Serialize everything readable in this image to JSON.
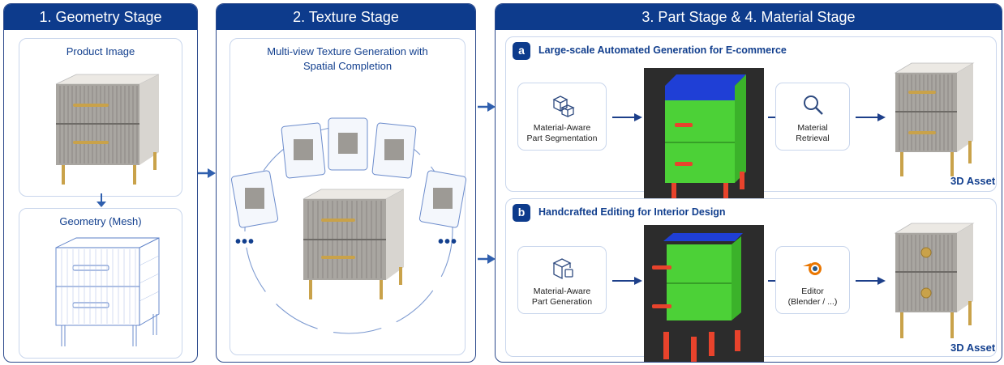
{
  "stages": {
    "geometry": {
      "title": "1. Geometry Stage",
      "product_image_label": "Product Image",
      "geometry_label": "Geometry (Mesh)"
    },
    "texture": {
      "title": "2. Texture Stage",
      "panel_title_line1": "Multi-view Texture Generation with",
      "panel_title_line2": "Spatial Completion",
      "dots_left": "•••",
      "dots_right": "•••"
    },
    "part_material": {
      "title": "3. Part Stage & 4. Material Stage",
      "row_a": {
        "badge": "a",
        "title": "Large-scale Automated Generation for E-commerce",
        "step1_line1": "Material-Aware",
        "step1_line2": "Part Segmentation",
        "step2_line1": "Material",
        "step2_line2": "Retrieval",
        "asset_label": "3D Asset"
      },
      "row_b": {
        "badge": "b",
        "title": "Handcrafted Editing for Interior Design",
        "step1_line1": "Material-Aware",
        "step1_line2": "Part Generation",
        "step2_line1": "Editor",
        "step2_line2": "(Blender / ...)",
        "asset_label": "3D Asset"
      }
    }
  },
  "colors": {
    "header_blue": "#0d3b8c",
    "accent_blue": "#2f5fae",
    "part_green": "#4cd137",
    "part_blue": "#1f3fd6",
    "part_red": "#e8432c",
    "gold": "#c9a24a",
    "cabinet_grey": "#9d9a95"
  }
}
